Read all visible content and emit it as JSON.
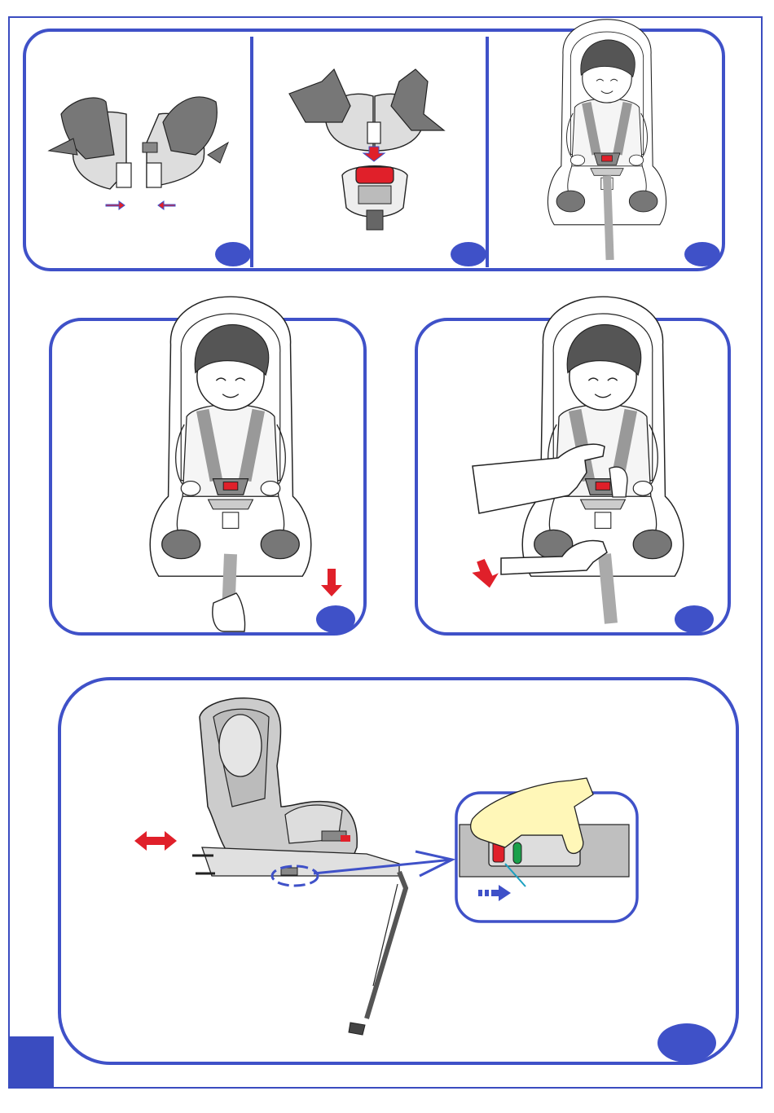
{
  "document": {
    "type": "child car seat instruction illustration page",
    "accent_color": "#3f51c8",
    "arrow_color": "#e0202a",
    "indicator_colors": {
      "locked": "#1aa04a",
      "release": "#e0202a"
    }
  },
  "panels": [
    {
      "id": "harness-tongues",
      "step_label": ""
    },
    {
      "id": "buckle-insert",
      "step_label": ""
    },
    {
      "id": "child-buckled",
      "step_label": ""
    },
    {
      "id": "pull-adjuster-strap",
      "step_label": ""
    },
    {
      "id": "check-harness-tension",
      "step_label": ""
    },
    {
      "id": "isofix-release",
      "step_label": ""
    }
  ]
}
